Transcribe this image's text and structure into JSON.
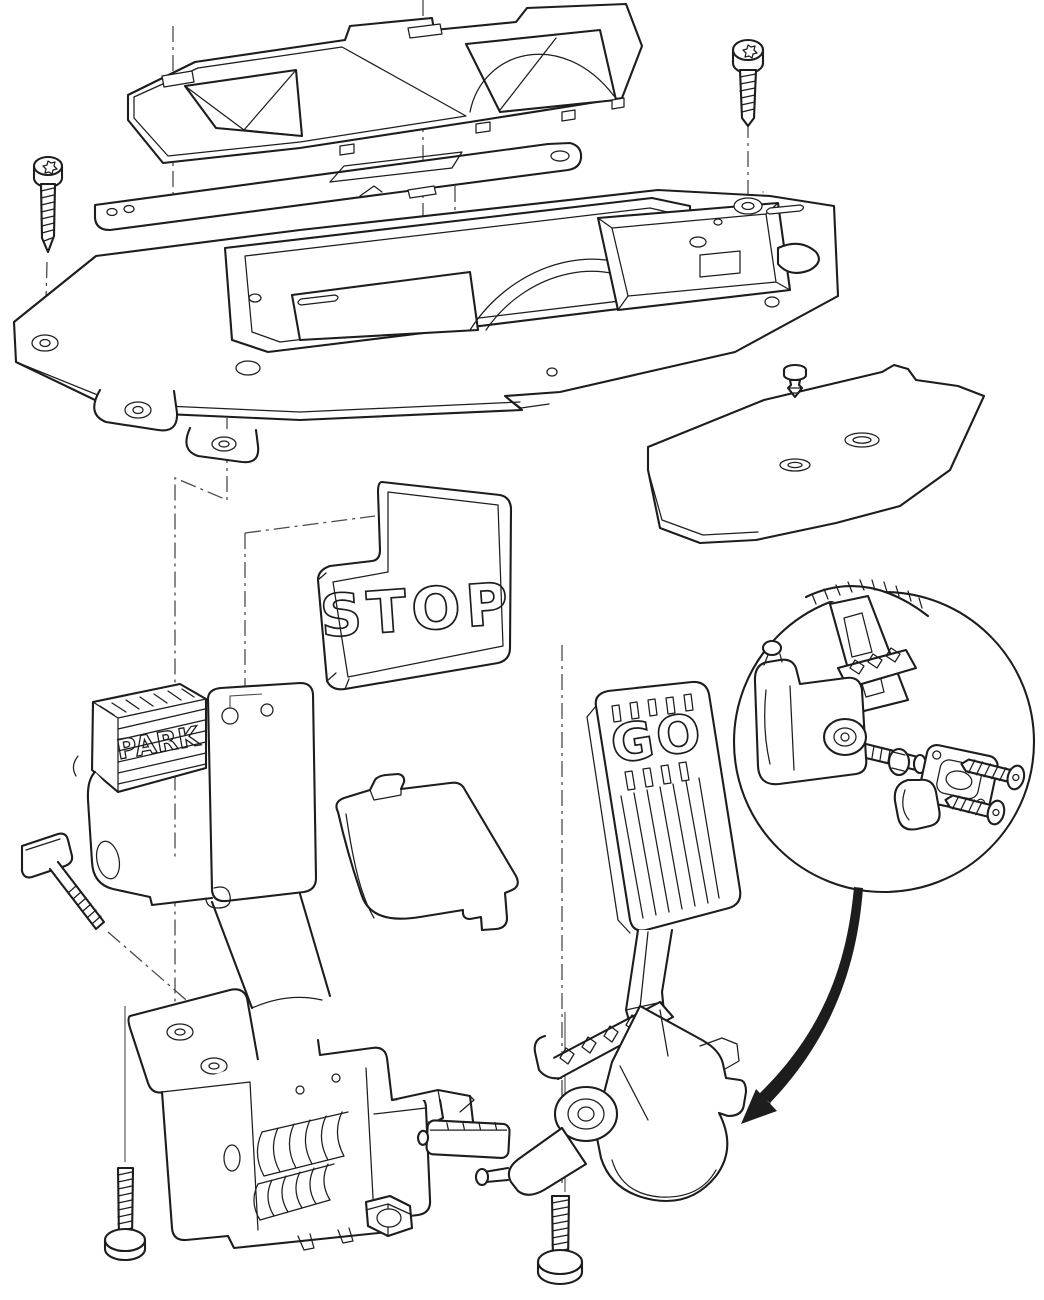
{
  "figure": {
    "type": "exploded-parts-diagram",
    "background_color": "#ffffff",
    "line_color": "#1d1d1d",
    "guide_line_color": "#4a4a4a"
  },
  "labels": {
    "stop_pedal": "STOP",
    "go_pedal": "GO",
    "park_pedal": "PARK"
  },
  "parts": [
    "torx-screw-top-left",
    "torx-screw-top-right",
    "pedal-housing-cover",
    "cover-retainer-strip",
    "floorboard-base-plate",
    "push-pin-fastener",
    "heel-plate-panel",
    "stop-pedal-pad",
    "park-brake-pedal",
    "pedal-cover-shield",
    "go-pedal-assembly",
    "accelerator-base-mechanism",
    "carriage-bolt",
    "brake-bracket-assembly",
    "coil-springs",
    "hex-nut",
    "damper-block",
    "mounting-bolt-left",
    "mounting-bolt-center",
    "detail-inset-view",
    "sensor-module",
    "sensor-screws",
    "detail-arrow"
  ]
}
